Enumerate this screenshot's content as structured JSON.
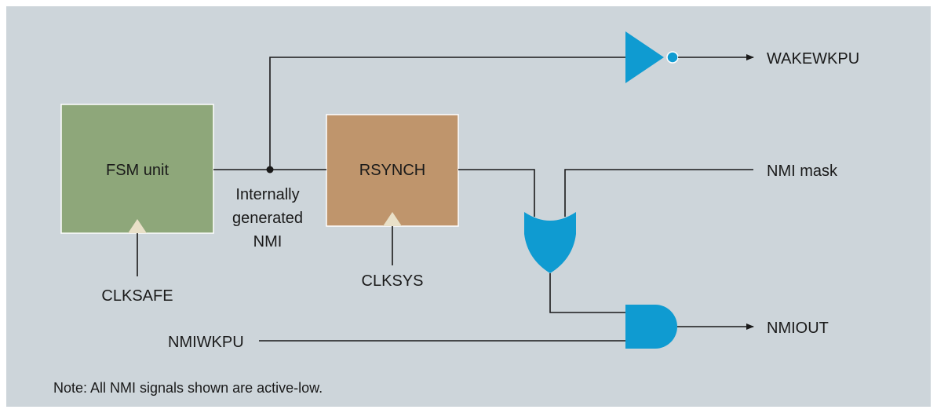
{
  "blocks": {
    "fsm": "FSM unit",
    "rsynch": "RSYNCH"
  },
  "internal_nmi": [
    "Internally",
    "generated",
    "NMI"
  ],
  "clocks": {
    "fsm": "CLKSAFE",
    "rsynch": "CLKSYS"
  },
  "signals": {
    "wake": "WAKEWKPU",
    "mask": "NMI mask",
    "out": "NMIOUT",
    "in": "NMIWKPU"
  },
  "note": "Note: All NMI signals shown are active-low.",
  "colors": {
    "background": "#cdd5da",
    "fsm_block": "#8ea77a",
    "rsynch_block": "#bf956c",
    "gate": "#0f9bd1",
    "clock_triangle": "#e9e0c8"
  }
}
